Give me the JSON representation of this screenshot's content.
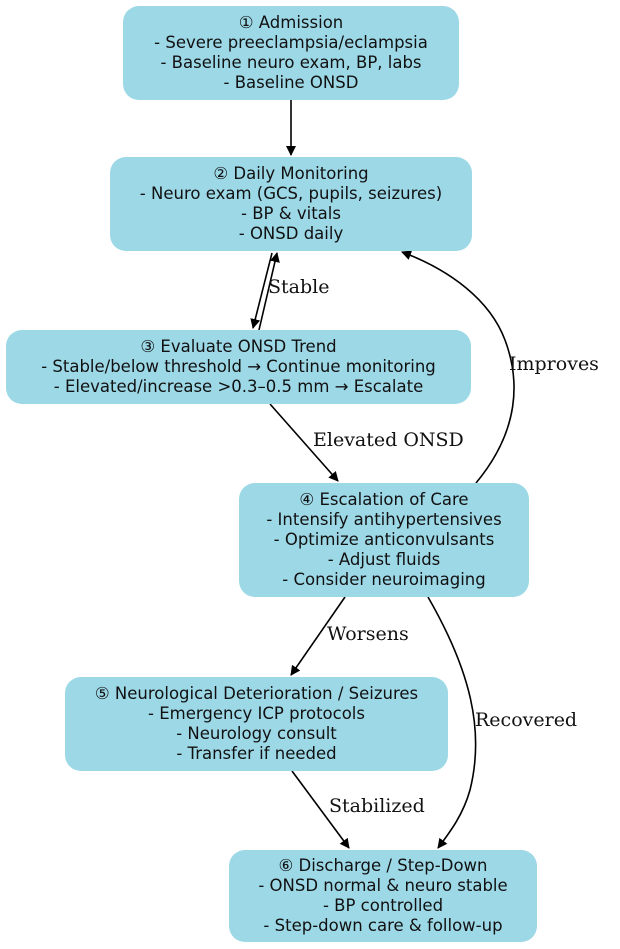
{
  "diagram": {
    "node_color": "#9dd8e7",
    "edge_color": "#000000",
    "nodes": [
      {
        "id": "admission",
        "title": "① Admission",
        "lines": [
          "- Severe preeclampsia/eclampsia",
          "- Baseline neuro exam, BP, labs",
          "- Baseline ONSD"
        ]
      },
      {
        "id": "daily-monitoring",
        "title": "② Daily Monitoring",
        "lines": [
          "- Neuro exam (GCS, pupils, seizures)",
          "- BP & vitals",
          "- ONSD daily"
        ]
      },
      {
        "id": "evaluate-onsd",
        "title": "③ Evaluate ONSD Trend",
        "lines": [
          "- Stable/below threshold → Continue monitoring",
          "- Elevated/increase >0.3–0.5 mm → Escalate"
        ]
      },
      {
        "id": "escalation",
        "title": "④ Escalation of Care",
        "lines": [
          "- Intensify antihypertensives",
          "- Optimize anticonvulsants",
          "- Adjust fluids",
          "- Consider neuroimaging"
        ]
      },
      {
        "id": "deterioration",
        "title": "⑤ Neurological Deterioration / Seizures",
        "lines": [
          "- Emergency ICP protocols",
          "- Neurology consult",
          "- Transfer if needed"
        ]
      },
      {
        "id": "discharge",
        "title": "⑥ Discharge / Step-Down",
        "lines": [
          "- ONSD normal & neuro stable",
          "- BP controlled",
          "- Step-down care & follow-up"
        ]
      }
    ],
    "edges": [
      {
        "from": "admission",
        "to": "daily-monitoring",
        "label": ""
      },
      {
        "from": "daily-monitoring",
        "to": "evaluate-onsd",
        "label": ""
      },
      {
        "from": "evaluate-onsd",
        "to": "daily-monitoring",
        "label": "Stable"
      },
      {
        "from": "evaluate-onsd",
        "to": "escalation",
        "label": "Elevated ONSD"
      },
      {
        "from": "escalation",
        "to": "daily-monitoring",
        "label": "Improves"
      },
      {
        "from": "escalation",
        "to": "deterioration",
        "label": "Worsens"
      },
      {
        "from": "escalation",
        "to": "discharge",
        "label": "Recovered"
      },
      {
        "from": "deterioration",
        "to": "discharge",
        "label": "Stabilized"
      }
    ]
  }
}
